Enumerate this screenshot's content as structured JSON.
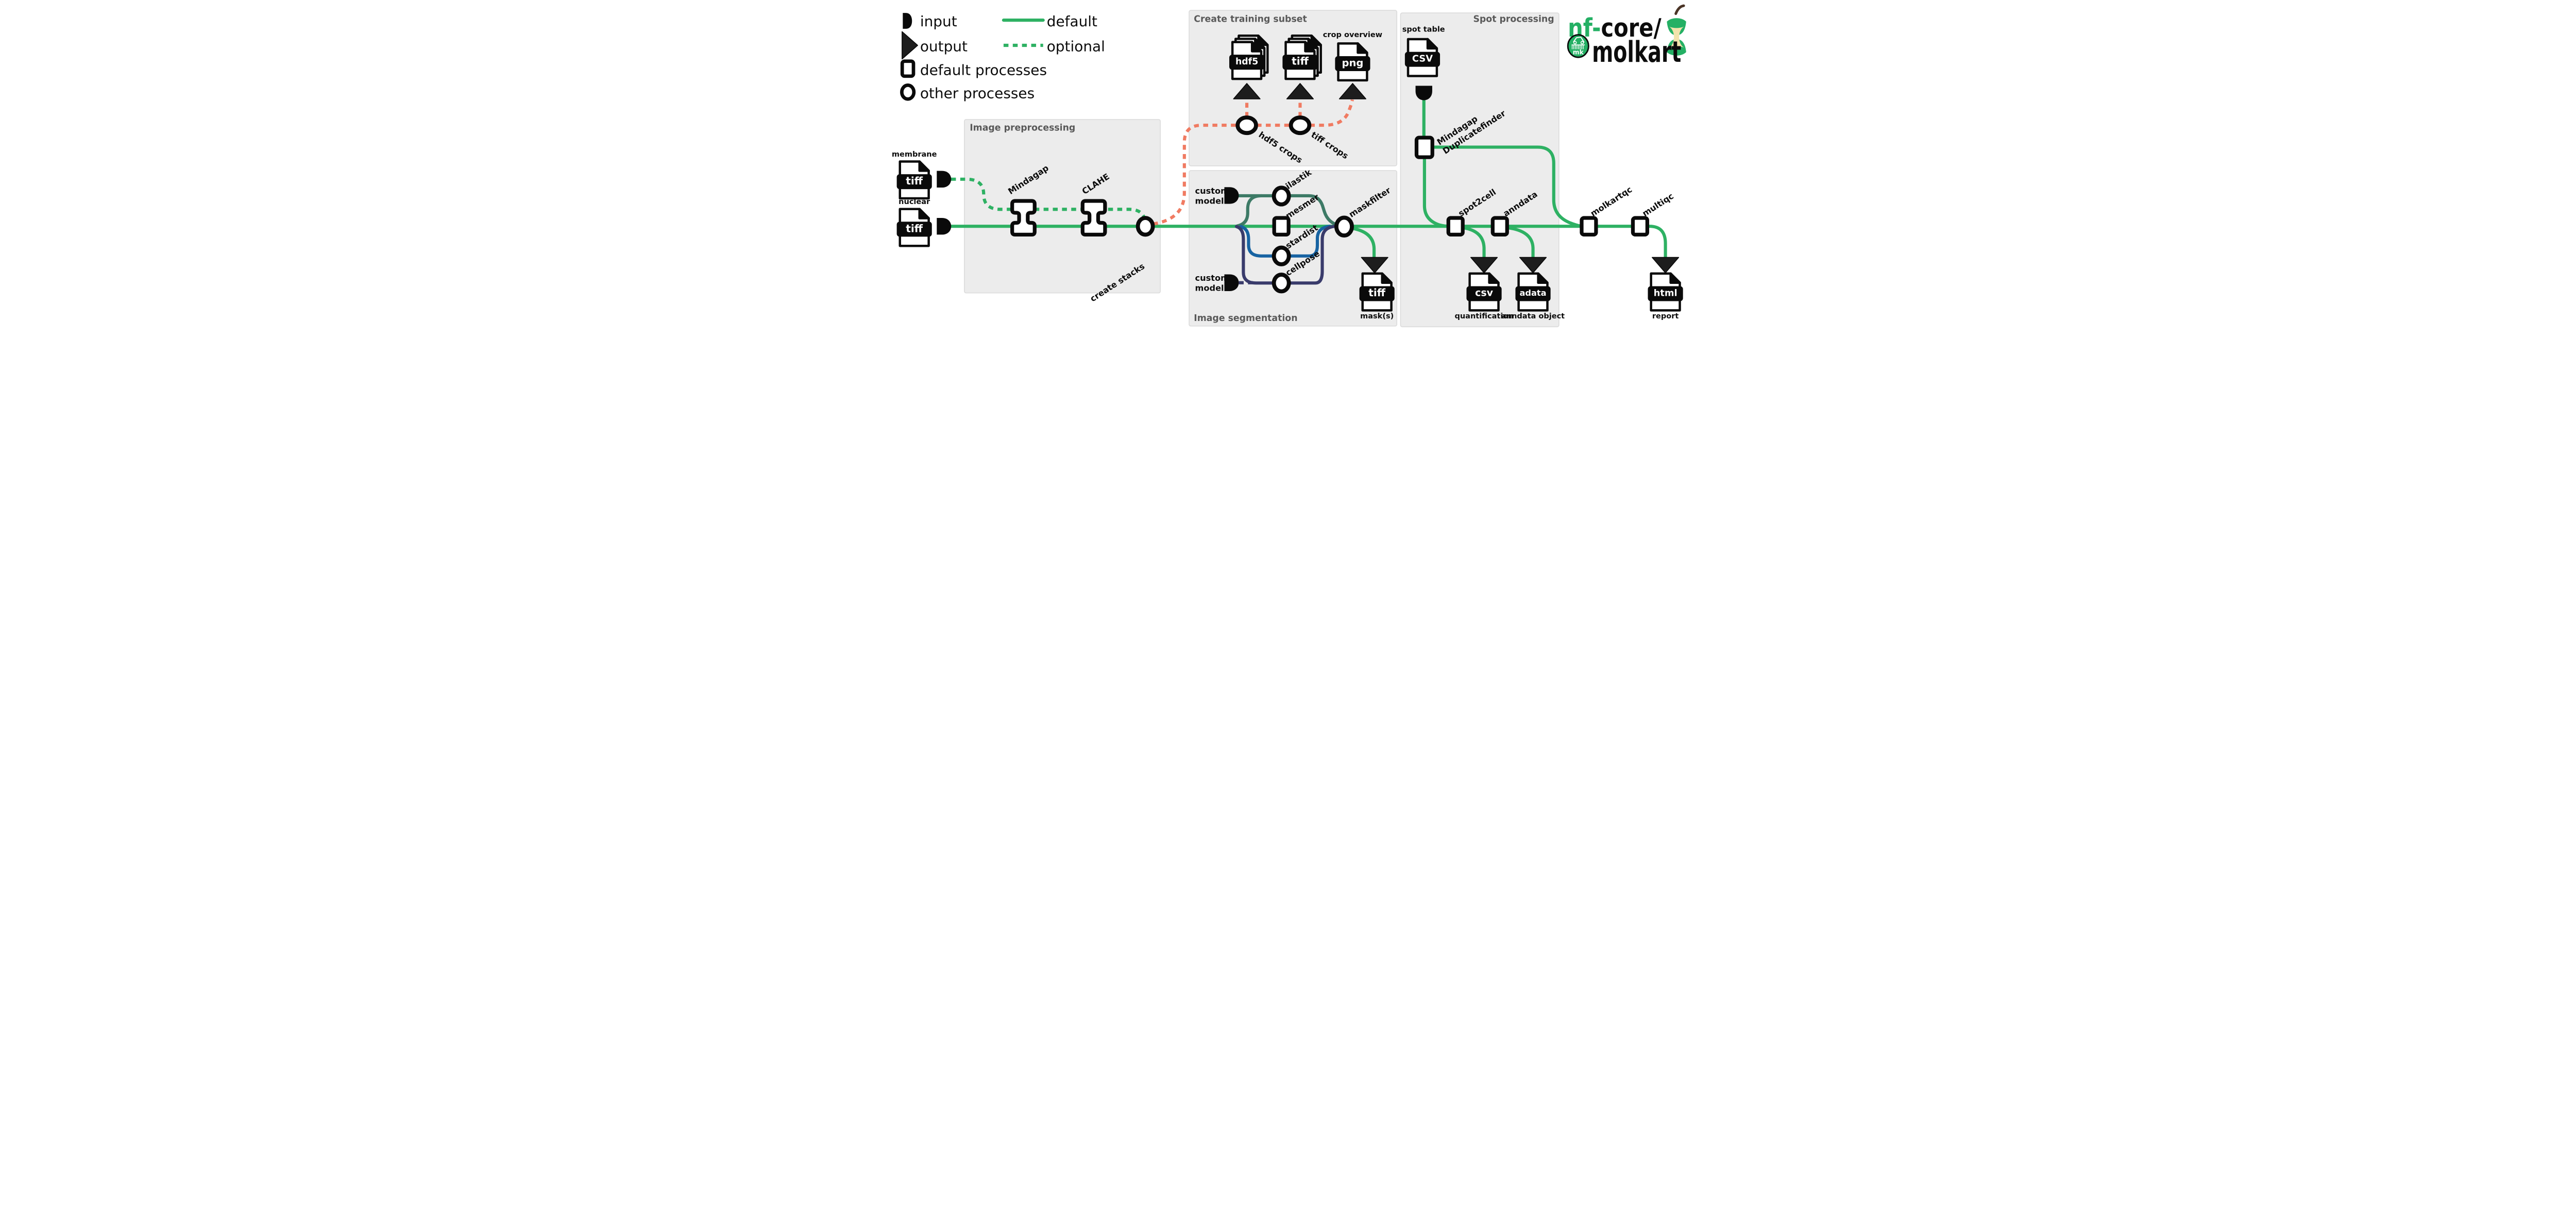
{
  "legend": {
    "input": "input",
    "output": "output",
    "default_line": "default",
    "optional_line": "optional",
    "default_processes": "default processes",
    "other_processes": "other processes"
  },
  "boxes": {
    "preprocessing": "Image preprocessing",
    "training": "Create training subset",
    "segmentation": "Image segmentation",
    "spot": "Spot processing"
  },
  "inputs": {
    "membrane": {
      "label": "membrane",
      "file": "tiff"
    },
    "nuclear": {
      "label": "nuclear",
      "file": "tiff"
    },
    "custom_model_top": {
      "line1": "custom",
      "line2": "model"
    },
    "custom_model_bottom": {
      "line1": "custom",
      "line2": "model"
    },
    "spot_table": {
      "label": "spot table",
      "file": "CSV"
    }
  },
  "processes": {
    "mindagap": "Mindagap",
    "clahe": "CLAHE",
    "create_stacks": "create stacks",
    "hdf5_crops": "hdf5 crops",
    "tiff_crops": "tiff crops",
    "ilastik": "ilastik",
    "mesmer": "mesmer",
    "stardist": "stardist",
    "cellpose": "cellpose",
    "maskfilter": "maskfilter",
    "duplicatefinder_line1": "Mindagap",
    "duplicatefinder_line2": "Duplicatefinder",
    "spot2cell": "spot2cell",
    "anndata": "anndata",
    "molkartqc": "molkartqc",
    "multiqc": "multiqc"
  },
  "files": {
    "hdf5_out": {
      "file": "hdf5"
    },
    "tiff_out": {
      "file": "tiff"
    },
    "png_out": {
      "file": "png",
      "label": "crop overview"
    },
    "mask_out": {
      "file": "tiff",
      "label": "mask(s)"
    },
    "quant_out": {
      "file": "csv",
      "label": "quantification"
    },
    "adata_out": {
      "file": "adata",
      "label": "anndata object"
    },
    "report_out": {
      "file": "html",
      "label": "report"
    }
  },
  "logo": {
    "prefix": "nf-",
    "core": "core/",
    "name": "molkart",
    "badge": "mk"
  },
  "colors": {
    "green": "#2eb163",
    "salmon": "#f07b62",
    "teal": "#3d7a66",
    "blue": "#1763a2",
    "navy": "#393b6b",
    "black": "#0a0a0a",
    "box_fill": "#ececec",
    "title_gray": "#595959"
  }
}
